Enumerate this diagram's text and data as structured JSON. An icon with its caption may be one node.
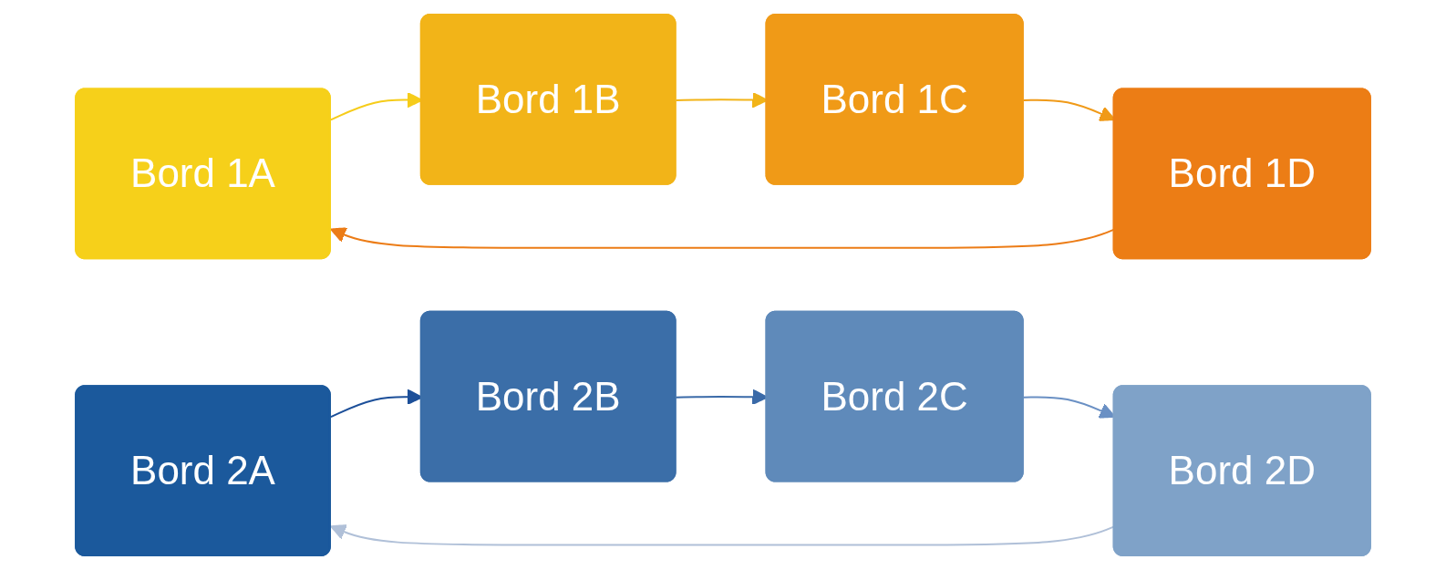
{
  "diagram": {
    "nodes": [
      {
        "text": [
          "Bord 1A"
        ]
      },
      {
        "text": [
          "Bord 1B"
        ]
      },
      {
        "text": [
          "Bord 1C"
        ]
      },
      {
        "text": [
          "Bord 1D"
        ]
      },
      {
        "text": [
          "Bord 2A"
        ]
      },
      {
        "text": [
          "Bord 2B"
        ]
      },
      {
        "text": [
          "Bord 2C"
        ]
      },
      {
        "text": [
          "Bord 2D"
        ]
      }
    ],
    "edges": [
      {
        "from": 0,
        "to": 1,
        "arrow": "to",
        "color": "#f6cc1a"
      },
      {
        "from": 1,
        "to": 2,
        "arrow": "to",
        "color": "#f2b418"
      },
      {
        "from": 2,
        "to": 3,
        "arrow": "to",
        "color": "#f09a18"
      },
      {
        "from": 3,
        "to": 0,
        "arrow": "to",
        "color": "#ec7c16"
      },
      {
        "from": 4,
        "to": 5,
        "arrow": "to",
        "color": "#1c4f99"
      },
      {
        "from": 5,
        "to": 6,
        "arrow": "to",
        "color": "#3a6aa8"
      },
      {
        "from": 6,
        "to": 7,
        "arrow": "to",
        "color": "#6a90c4"
      },
      {
        "from": 7,
        "to": 4,
        "arrow": "to",
        "color": "#b0c0d8"
      }
    ]
  }
}
